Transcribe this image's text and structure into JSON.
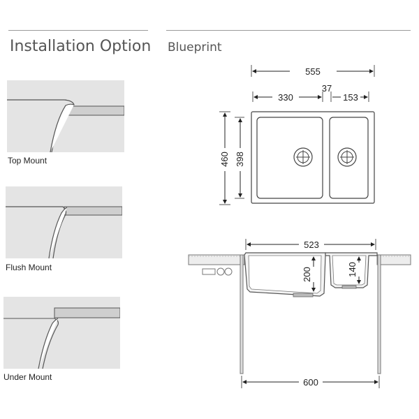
{
  "installation": {
    "title": "Installation Option",
    "options": [
      {
        "label": "Top Mount"
      },
      {
        "label": "Flush Mount"
      },
      {
        "label": "Under Mount"
      }
    ]
  },
  "blueprint": {
    "title": "Blueprint",
    "top_view": {
      "overall_width": "555",
      "large_bowl_width": "330",
      "divider_width": "37",
      "small_bowl_width": "153",
      "overall_depth": "460",
      "bowl_depth": "398"
    },
    "section_view": {
      "inner_width": "523",
      "large_bowl_depth": "200",
      "small_bowl_depth": "140",
      "cabinet_width": "600"
    }
  }
}
